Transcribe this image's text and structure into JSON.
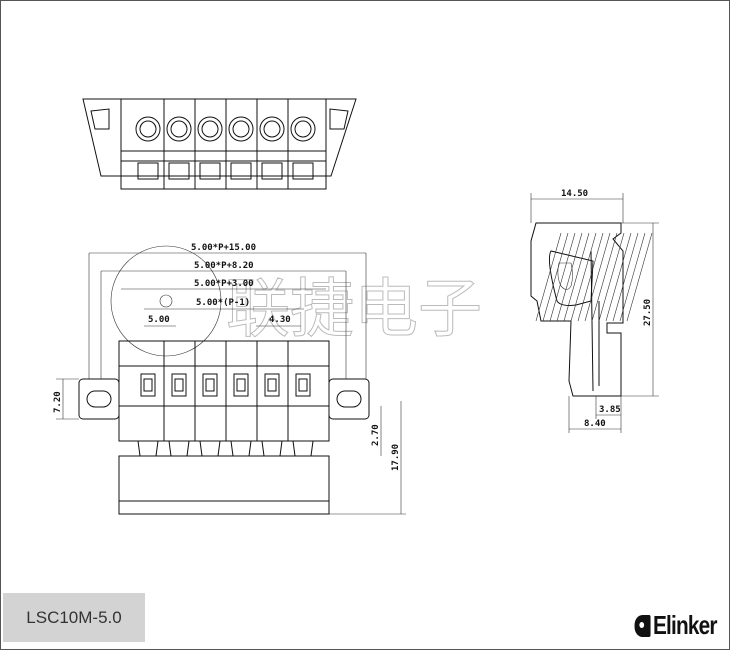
{
  "watermark": {
    "text": "联捷电子"
  },
  "dimensions": {
    "overall": "5.00*P+15.00",
    "flange": "5.00*P+8.20",
    "body": "5.00*P+3.00",
    "pitch_span": "5.00*(P-1)",
    "pitch": "5.00",
    "window": "4.30",
    "flange_height": "7.20",
    "step": "2.70",
    "front_height": "17.90",
    "side_width": "14.50",
    "side_height": "27.50",
    "pin_offset": "3.85",
    "base_width": "8.40"
  },
  "title_block": {
    "model": "LSC10M-5.0",
    "brand": "Elinker"
  }
}
